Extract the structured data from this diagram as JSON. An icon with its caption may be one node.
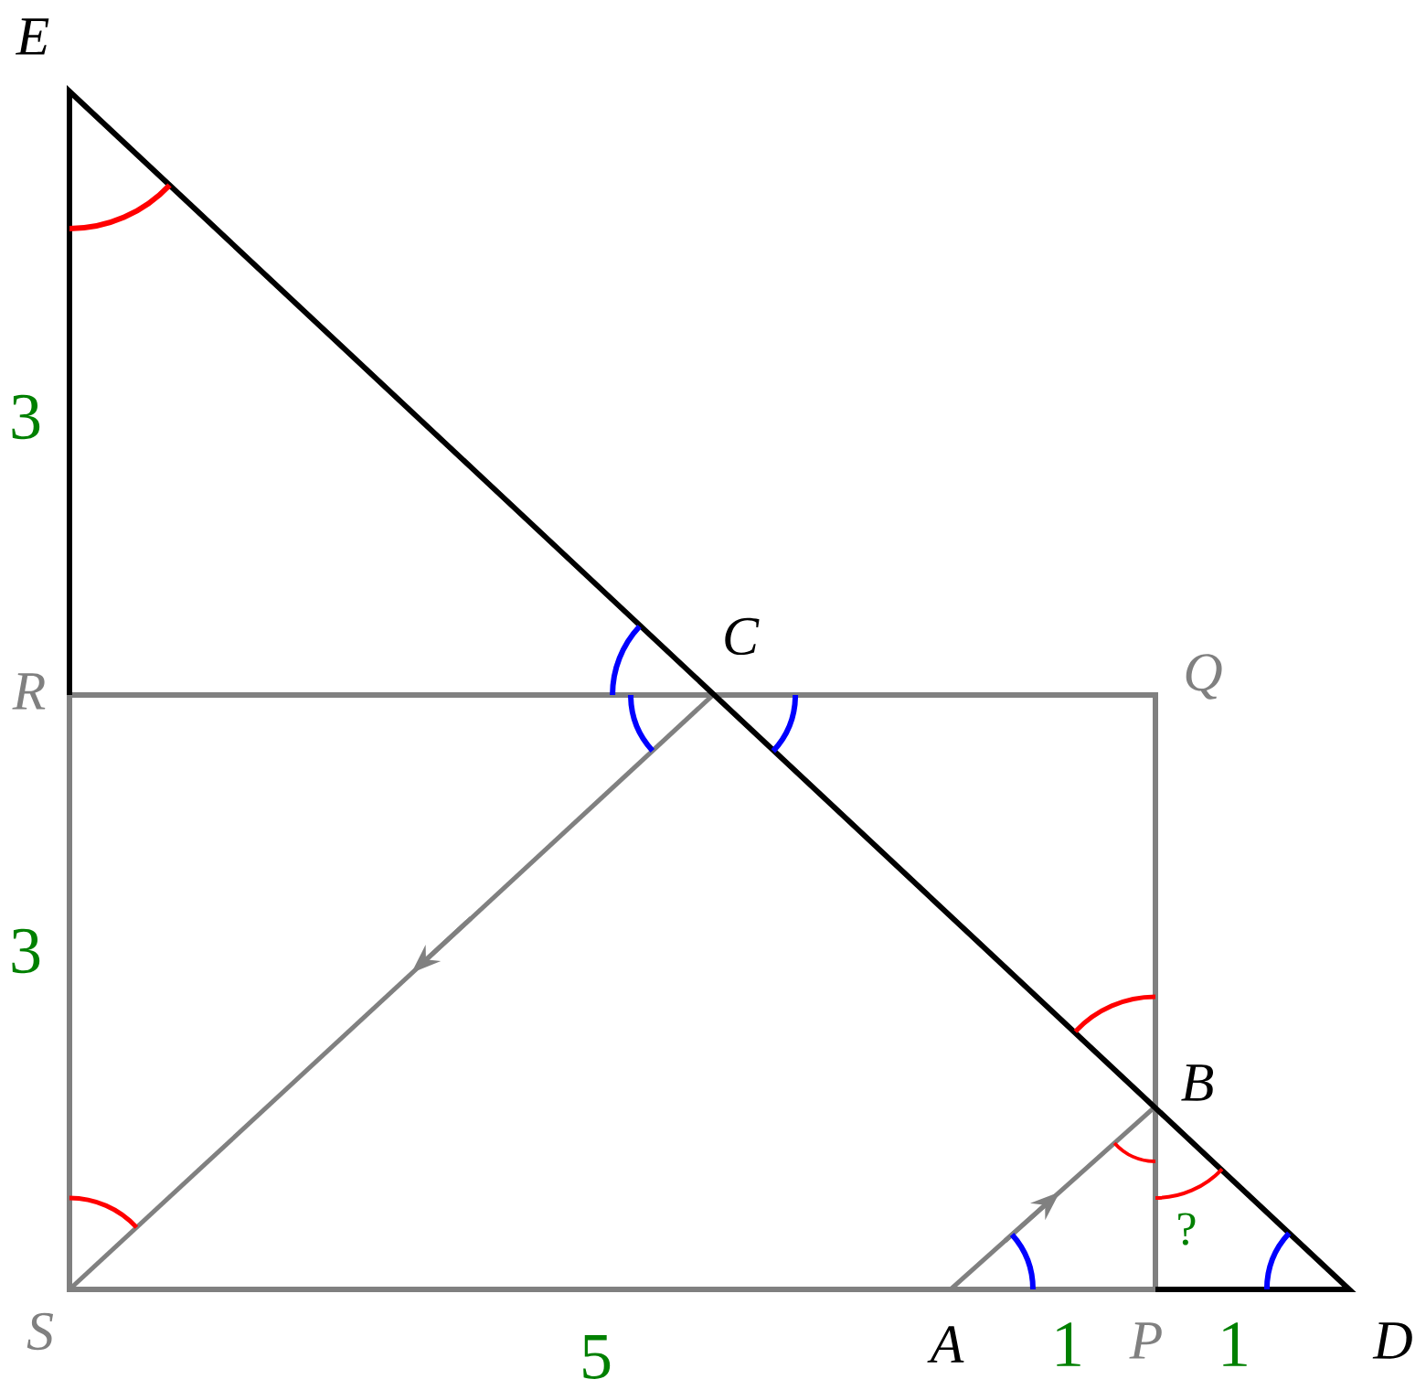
{
  "diagram": {
    "labels": [
      "E",
      "3",
      "C",
      "R",
      "Q",
      "3",
      "B",
      "?",
      "S",
      "5",
      "A",
      "1",
      "P",
      "1",
      "D"
    ]
  }
}
